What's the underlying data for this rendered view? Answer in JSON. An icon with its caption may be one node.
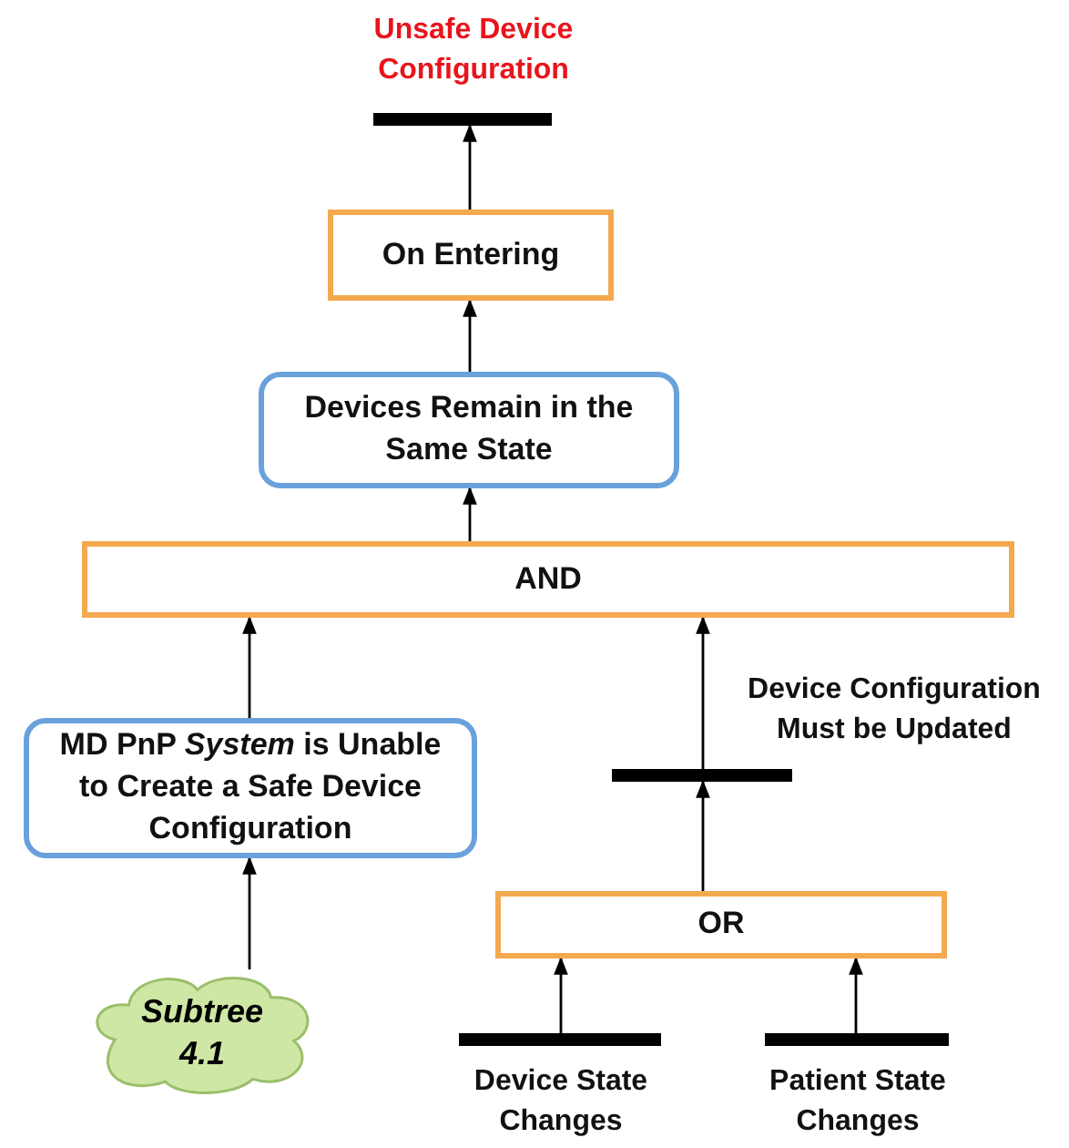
{
  "diagram": {
    "nodes": [
      {
        "text": [
          "Unsafe Device Configuration"
        ]
      },
      {
        "text": [
          "On Entering"
        ]
      },
      {
        "text": [
          "Devices Remain in the Same State"
        ]
      },
      {
        "text": [
          "AND"
        ]
      },
      {
        "text": [
          "MD PnP *System* is Unable to Create a Safe Device Configuration"
        ]
      },
      {
        "text": [
          "Device Configuration Must be Updated"
        ]
      },
      {
        "text": [
          "Subtree 4.1"
        ]
      },
      {
        "text": [
          "OR"
        ]
      },
      {
        "text": [
          "Device State Changes"
        ]
      },
      {
        "text": [
          "Patient State Changes"
        ]
      }
    ],
    "edges": [
      {
        "from": 1,
        "to": 0,
        "arrow": "to"
      },
      {
        "from": 2,
        "to": 1,
        "arrow": "to"
      },
      {
        "from": 3,
        "to": 2,
        "arrow": "to"
      },
      {
        "from": 4,
        "to": 3,
        "arrow": "to"
      },
      {
        "from": 5,
        "to": 3,
        "arrow": "to"
      },
      {
        "from": 6,
        "to": 4,
        "arrow": "to"
      },
      {
        "from": 7,
        "to": 5,
        "arrow": "to"
      },
      {
        "from": 8,
        "to": 7,
        "arrow": "to"
      },
      {
        "from": 9,
        "to": 7,
        "arrow": "to"
      }
    ]
  }
}
